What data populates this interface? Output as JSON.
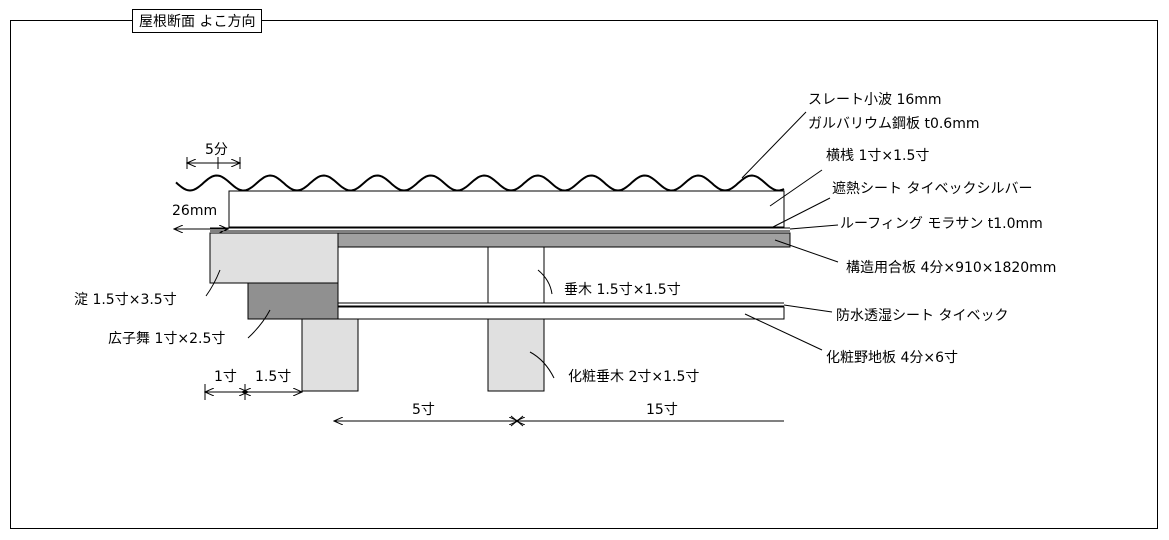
{
  "title": "屋根断面 よこ方向",
  "labels": {
    "slate": "スレート小波 16mm",
    "galvalume": "ガルバリウム鋼板 t0.6mm",
    "yokosan": "横桟 1寸×1.5寸",
    "shanetsu": "遮熱シート タイベックシルバー",
    "roofing": "ルーフィング モラサン t1.0mm",
    "plywood": "構造用合板 4分×910×1820mm",
    "taruki": "垂木 1.5寸×1.5寸",
    "bousui": "防水透湿シート タイベック",
    "keshou_nojiita": "化粧野地板 4分×6寸",
    "keshou_taruki": "化粧垂木 2寸×1.5寸",
    "yodo": "淀 1.5寸×3.5寸",
    "hirokomai": "広子舞 1寸×2.5寸"
  },
  "dimensions": {
    "wave_pitch": "5分",
    "overhang": "26mm",
    "dim_1sun": "1寸",
    "dim_1_5sun": "1.5寸",
    "dim_5sun": "5寸",
    "dim_15sun": "15寸"
  },
  "colors": {
    "line": "#000000",
    "dark_gray": "#909090",
    "mid_gray": "#a0a0a0",
    "light_gray": "#e0e0e0"
  }
}
